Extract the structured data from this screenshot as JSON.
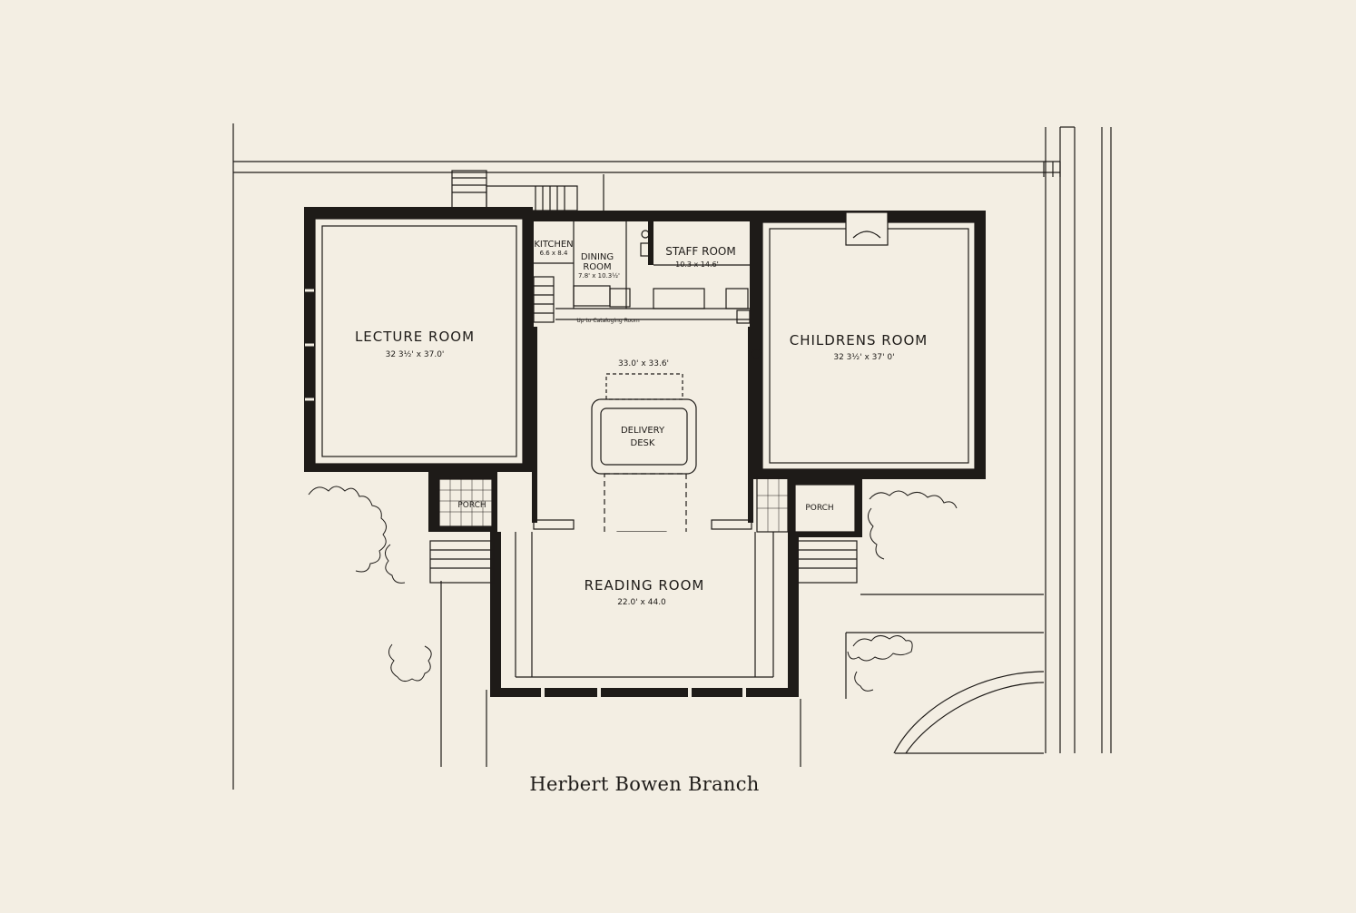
{
  "caption": "Herbert Bowen Branch",
  "rooms": {
    "lecture": {
      "name": "LECTURE ROOM",
      "size": "32 3½' x 37.0'"
    },
    "children": {
      "name": "CHILDRENS ROOM",
      "size": "32 3½' x 37' 0'"
    },
    "kitchen": {
      "name": "KITCHEN",
      "size": "6.6 x 8.4"
    },
    "dining": {
      "name_line1": "DINING",
      "name_line2": "ROOM",
      "size": "7.8' x 10.3½'"
    },
    "staff": {
      "name": "STAFF ROOM",
      "size": "10.3 x 14.6'"
    },
    "hall": {
      "size": "33.0' x 33.6'"
    },
    "delivery_desk": {
      "line1": "DELIVERY",
      "line2": "DESK"
    },
    "reading": {
      "name": "READING ROOM",
      "size": "22.0' x 44.0"
    },
    "porch_left": {
      "name": "PORCH"
    },
    "porch_right": {
      "name": "PORCH"
    },
    "stair_note": "Up to Cataloging Room"
  },
  "colors": {
    "paper": "#f3eee3",
    "ink": "#1e1b18"
  }
}
